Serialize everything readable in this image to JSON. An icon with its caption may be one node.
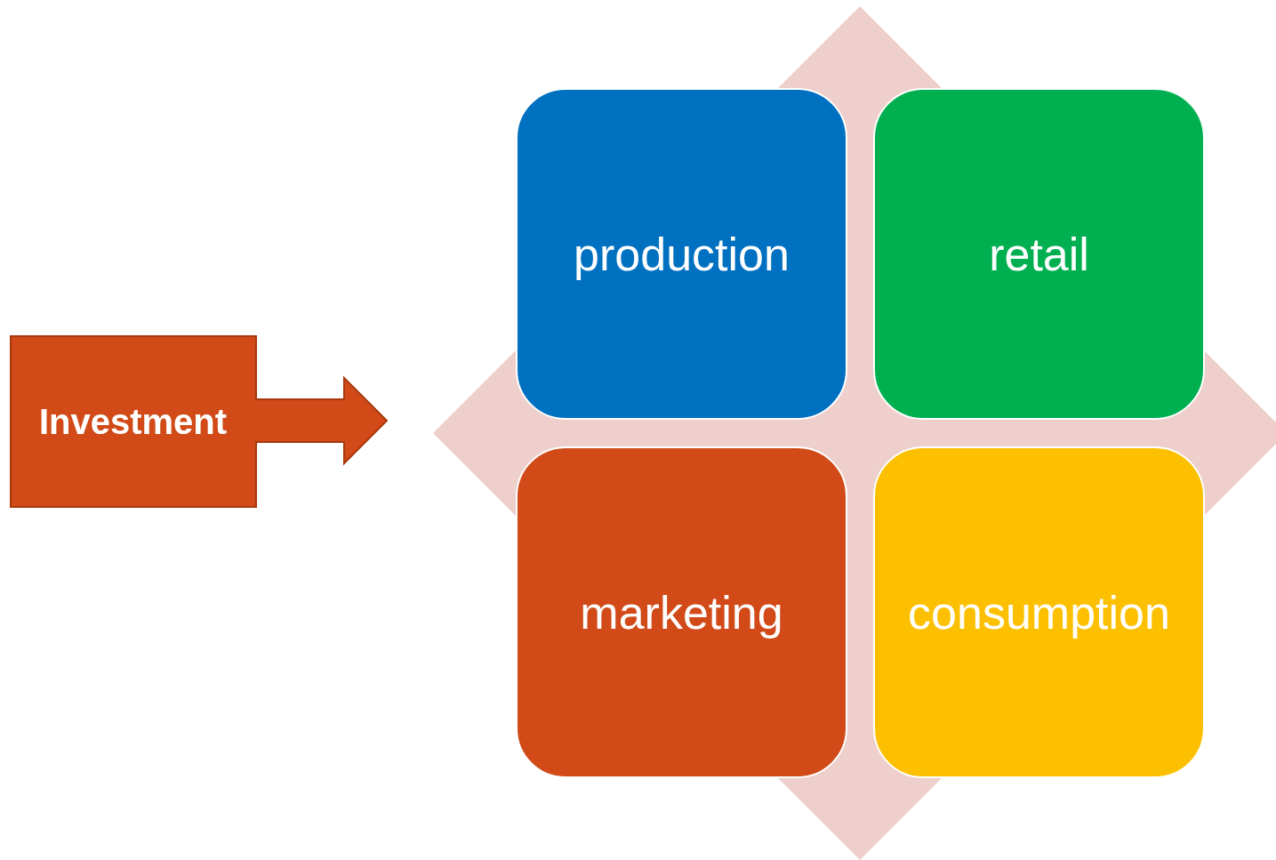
{
  "diagram": {
    "nodes": [
      {
        "text": [
          "Investment"
        ]
      },
      {
        "text": [],
        "shape": "diamond"
      },
      {
        "text": [
          "production"
        ],
        "in": 1
      },
      {
        "text": [
          "retail"
        ],
        "in": 1
      },
      {
        "text": [
          "marketing"
        ],
        "in": 1
      },
      {
        "text": [
          "consumption"
        ],
        "in": 1
      }
    ]
  }
}
